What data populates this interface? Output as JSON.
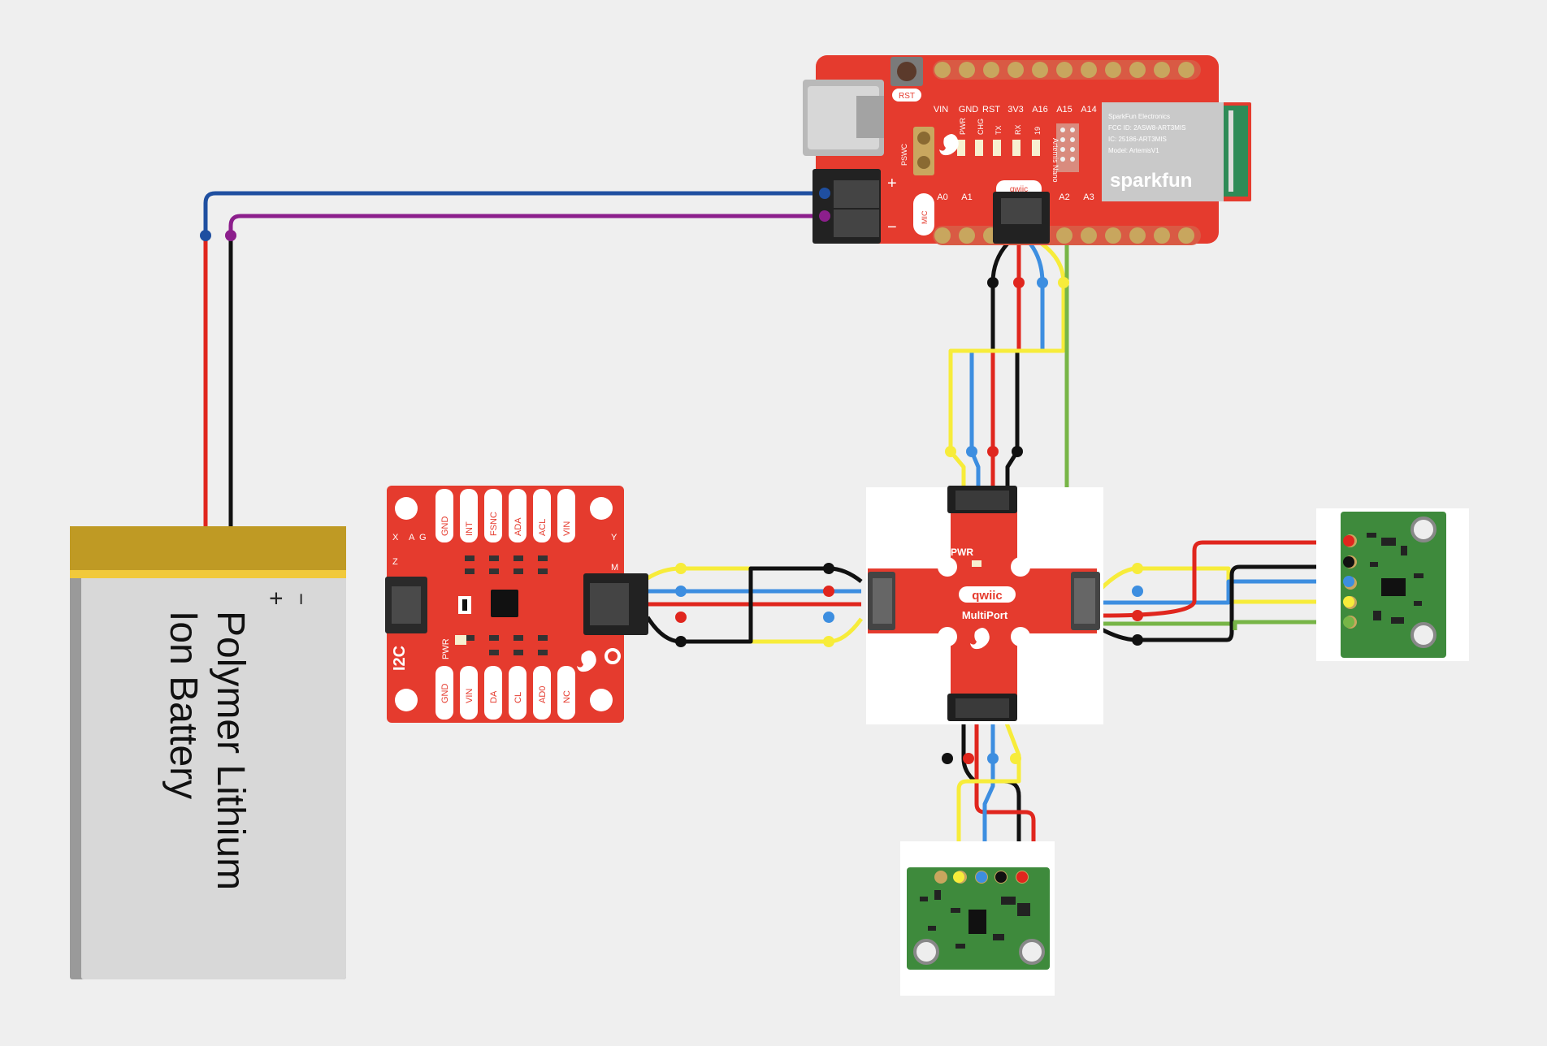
{
  "battery": {
    "label_line1": "Polymer Lithium",
    "label_line2": "Ion Battery",
    "minus": "−",
    "plus": "+"
  },
  "artemis": {
    "rst": "RST",
    "pins_top": [
      "VIN",
      "GND",
      "RST",
      "3V3",
      "A16",
      "A15",
      "A14"
    ],
    "pins_bottom": [
      "A0",
      "A1",
      "A2",
      "A3"
    ],
    "leds": [
      "PWR",
      "CHG",
      "TX",
      "RX",
      "19"
    ],
    "pswc": "PSWC",
    "mic": "MIC",
    "qwiic": "qwiic",
    "artemis_nano": "Artemis Nano",
    "module_lines": [
      "SparkFun Electronics",
      "FCC ID: 2ASW8-ART3MIS",
      "IC: 25186-ART3MIS",
      "Model: ArtemisV1"
    ],
    "module_brand": "sparkfun",
    "batt_plus": "+",
    "batt_minus": "−"
  },
  "imu": {
    "top_pins": [
      "GND",
      "INT",
      "FSNC",
      "ADA",
      "ACL",
      "VIN"
    ],
    "bottom_pins": [
      "GND",
      "VIN",
      "DA",
      "CL",
      "AD0",
      "NC"
    ],
    "side_label": "I2C",
    "pwr": "PWR",
    "axes": [
      "X",
      "Y",
      "Z",
      "A",
      "G",
      "M"
    ]
  },
  "multiport": {
    "brand": "qwiic",
    "name": "MultiPort",
    "pwr": "PWR"
  },
  "colors": {
    "sparkfun_red": "#e53b2e",
    "wire_red": "#e0261e",
    "wire_black": "#111111",
    "wire_blue": "#3d8ee0",
    "wire_yellow": "#f7ec3a",
    "wire_green": "#77b547",
    "wire_navy": "#1f4fa0",
    "wire_purple": "#8c1f8c",
    "pcb_green": "#3e8a3c",
    "battery_gold": "#bf9a24"
  }
}
